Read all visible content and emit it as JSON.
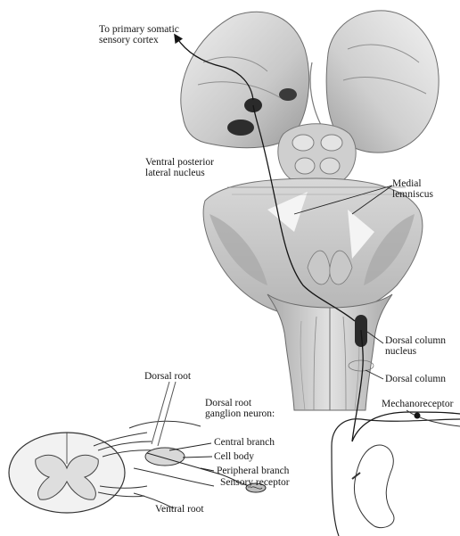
{
  "labels": {
    "cortex": [
      "To primary somatic",
      "sensory cortex"
    ],
    "vpl": [
      "Ventral posterior",
      "lateral nucleus"
    ],
    "medial_lemniscus": [
      "Medial",
      "lemniscus"
    ],
    "dc_nucleus": [
      "Dorsal column",
      "nucleus"
    ],
    "dorsal_column": "Dorsal column",
    "mechanoreceptor": "Mechanoreceptor",
    "dorsal_root": "Dorsal root",
    "drg_neuron": [
      "Dorsal root",
      "ganglion neuron:"
    ],
    "central_branch": "Central branch",
    "cell_body": "Cell body",
    "peripheral_branch": "Peripheral branch",
    "sensory_receptor": "Sensory receptor",
    "ventral_root": "Ventral root"
  },
  "colors": {
    "ink": "#151515",
    "tissue_light": "#dcdcdc",
    "tissue_mid": "#b9b9b9",
    "tissue_dark": "#8a8a8a",
    "nucleus_fill": "#2a2a2a"
  }
}
